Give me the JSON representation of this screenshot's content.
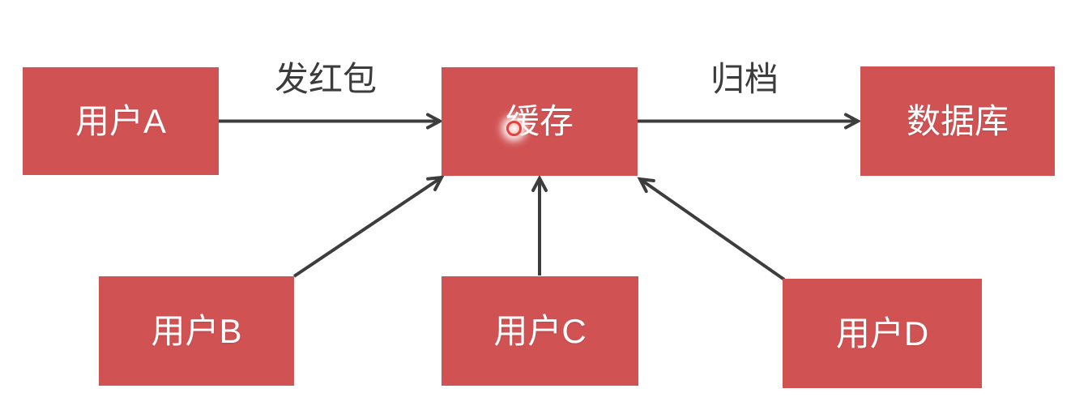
{
  "diagram": {
    "colors": {
      "background": "#ffffff",
      "node-fill": "#d15253",
      "node-text": "#ffffff",
      "arrow": "#3d3d3d",
      "edge-label": "#3c3c3c",
      "marker-ring": "#e8403a"
    },
    "nodes": [
      {
        "id": "user-a",
        "label": "用户A"
      },
      {
        "id": "cache",
        "label": "缓存"
      },
      {
        "id": "database",
        "label": "数据库"
      },
      {
        "id": "user-b",
        "label": "用户B"
      },
      {
        "id": "user-c",
        "label": "用户C"
      },
      {
        "id": "user-d",
        "label": "用户D"
      }
    ],
    "edges": [
      {
        "from": "user-a",
        "to": "cache",
        "label": "发红包"
      },
      {
        "from": "cache",
        "to": "database",
        "label": "归档"
      },
      {
        "from": "user-b",
        "to": "cache",
        "label": ""
      },
      {
        "from": "user-c",
        "to": "cache",
        "label": ""
      },
      {
        "from": "user-d",
        "to": "cache",
        "label": ""
      }
    ]
  }
}
